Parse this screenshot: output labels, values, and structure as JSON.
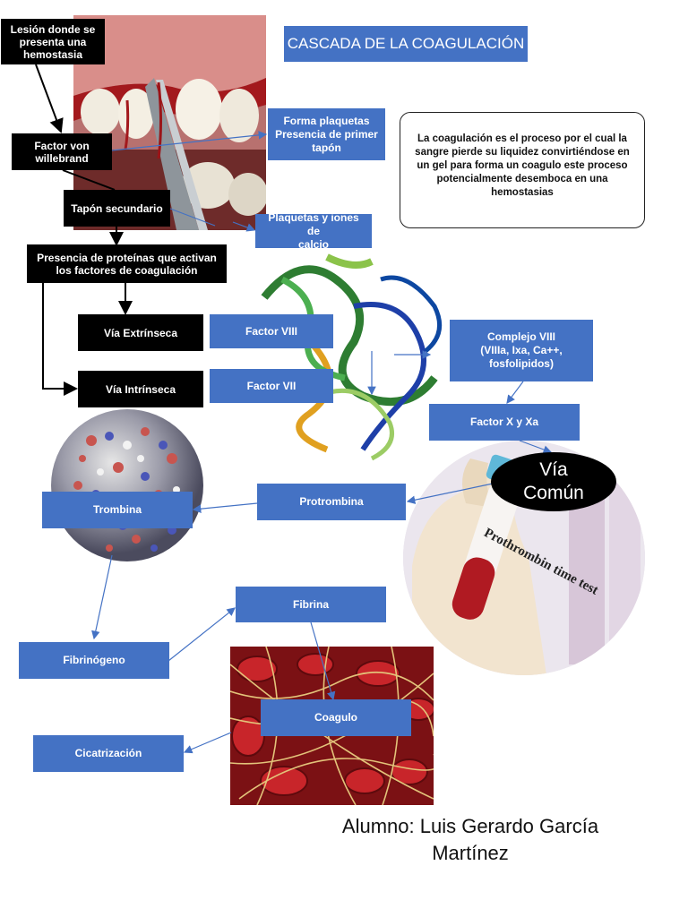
{
  "title": "CASCADA DE LA COAGULACIÓN",
  "description": "La coagulación es el proceso por el cual la sangre pierde su liquidez convirtiéndose en un gel para forma un coagulo este proceso potencialmente desemboca en una hemostasias",
  "black_labels": {
    "lesion": "Lesión donde se\npresenta una\nhemostasia",
    "von_willebrand": "Factor von\nwillebrand",
    "tapon_secundario": "Tapón secundario",
    "proteinas": "Presencia de proteínas que activan\nlos factores de coagulación",
    "via_extrinseca": "Vía Extrínseca",
    "via_intrinseca": "Vía Intrínseca"
  },
  "blue_labels": {
    "forma_plaquetas": "Forma plaquetas\nPresencia de primer\ntapón",
    "plaquetas_iones": "Plaquetas y iones de\ncalcio",
    "factor_viii": "Factor VIII",
    "factor_vii": "Factor VII",
    "complejo_viii": "Complejo VIII\n(VIIIa, Ixa, Ca++,\nfosfolipidos)",
    "factor_x": "Factor X y Xa",
    "protrombina": "Protrombina",
    "trombina": "Trombina",
    "fibrina": "Fibrina",
    "fibrinogeno": "Fibrinógeno",
    "coagulo": "Coagulo",
    "cicatrizacion": "Cicatrización"
  },
  "via_comun": "Vía\nComún",
  "tube_label": "Prothrombin time test",
  "author": "Alumno: Luis Gerardo García\nMartínez",
  "colors": {
    "box_blue": "#4472c4",
    "black": "#000000",
    "blood_red": "#c0141c"
  }
}
